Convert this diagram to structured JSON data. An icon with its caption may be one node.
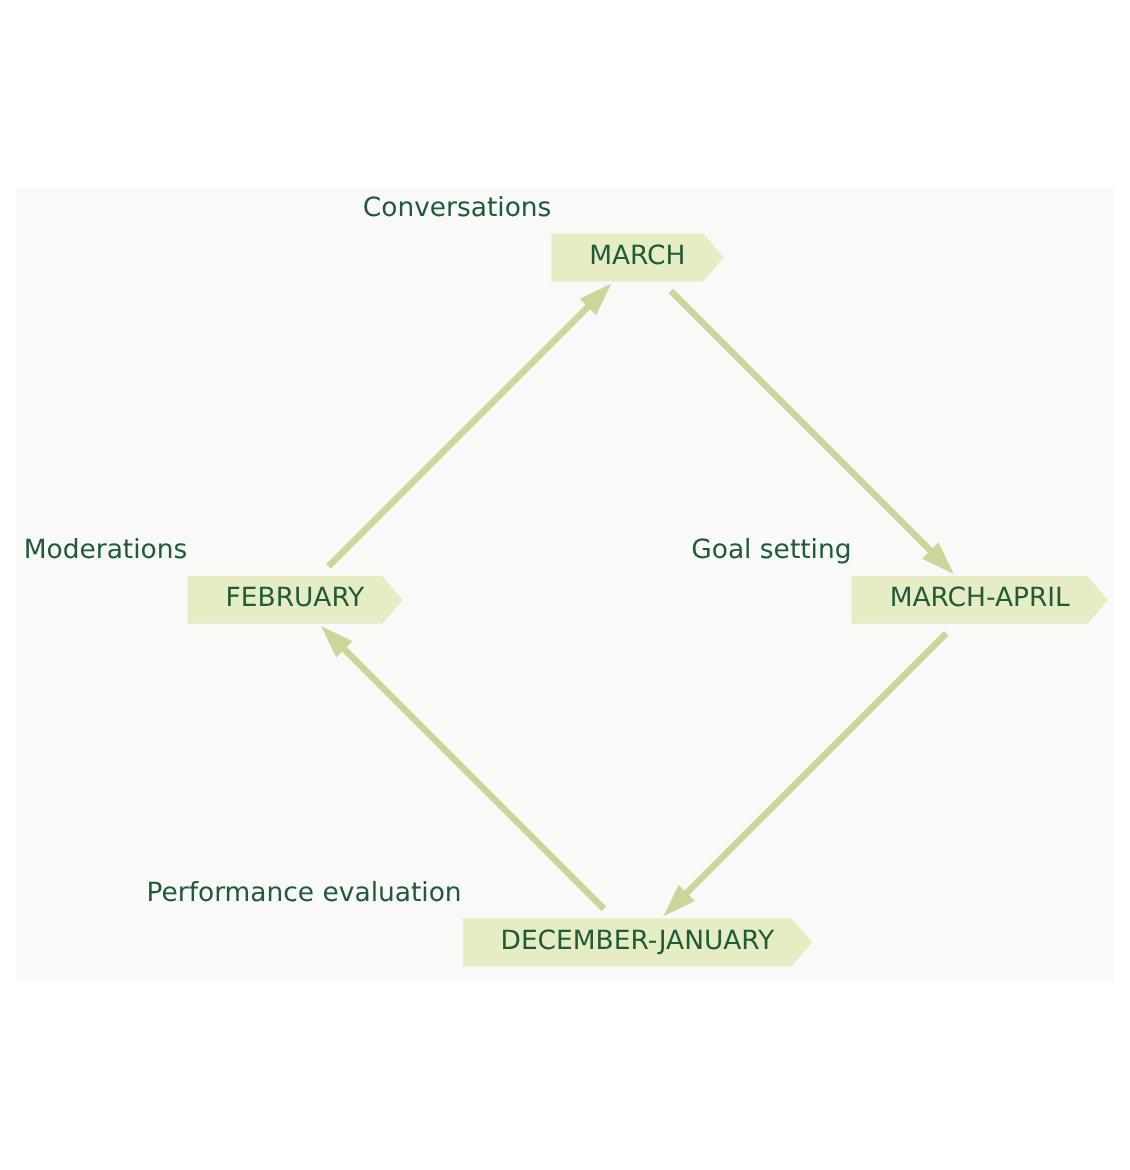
{
  "diagram": {
    "nodes": [
      {
        "text": [
          "DECEMBER-JANUARY"
        ],
        "beside": [
          "Performance evaluation"
        ]
      },
      {
        "text": [
          "FEBRUARY"
        ],
        "beside": [
          "Moderations"
        ]
      },
      {
        "text": [
          "MARCH"
        ],
        "beside": [
          "Conversations"
        ]
      },
      {
        "text": [
          "MARCH-APRIL"
        ],
        "beside": [
          "Goal setting"
        ]
      }
    ],
    "edges": [
      {
        "from": 0,
        "to": 1,
        "arrow": "to"
      },
      {
        "from": 1,
        "to": 2,
        "arrow": "to"
      },
      {
        "from": 2,
        "to": 3,
        "arrow": "to"
      },
      {
        "from": 3,
        "to": 0,
        "arrow": "to"
      }
    ]
  }
}
